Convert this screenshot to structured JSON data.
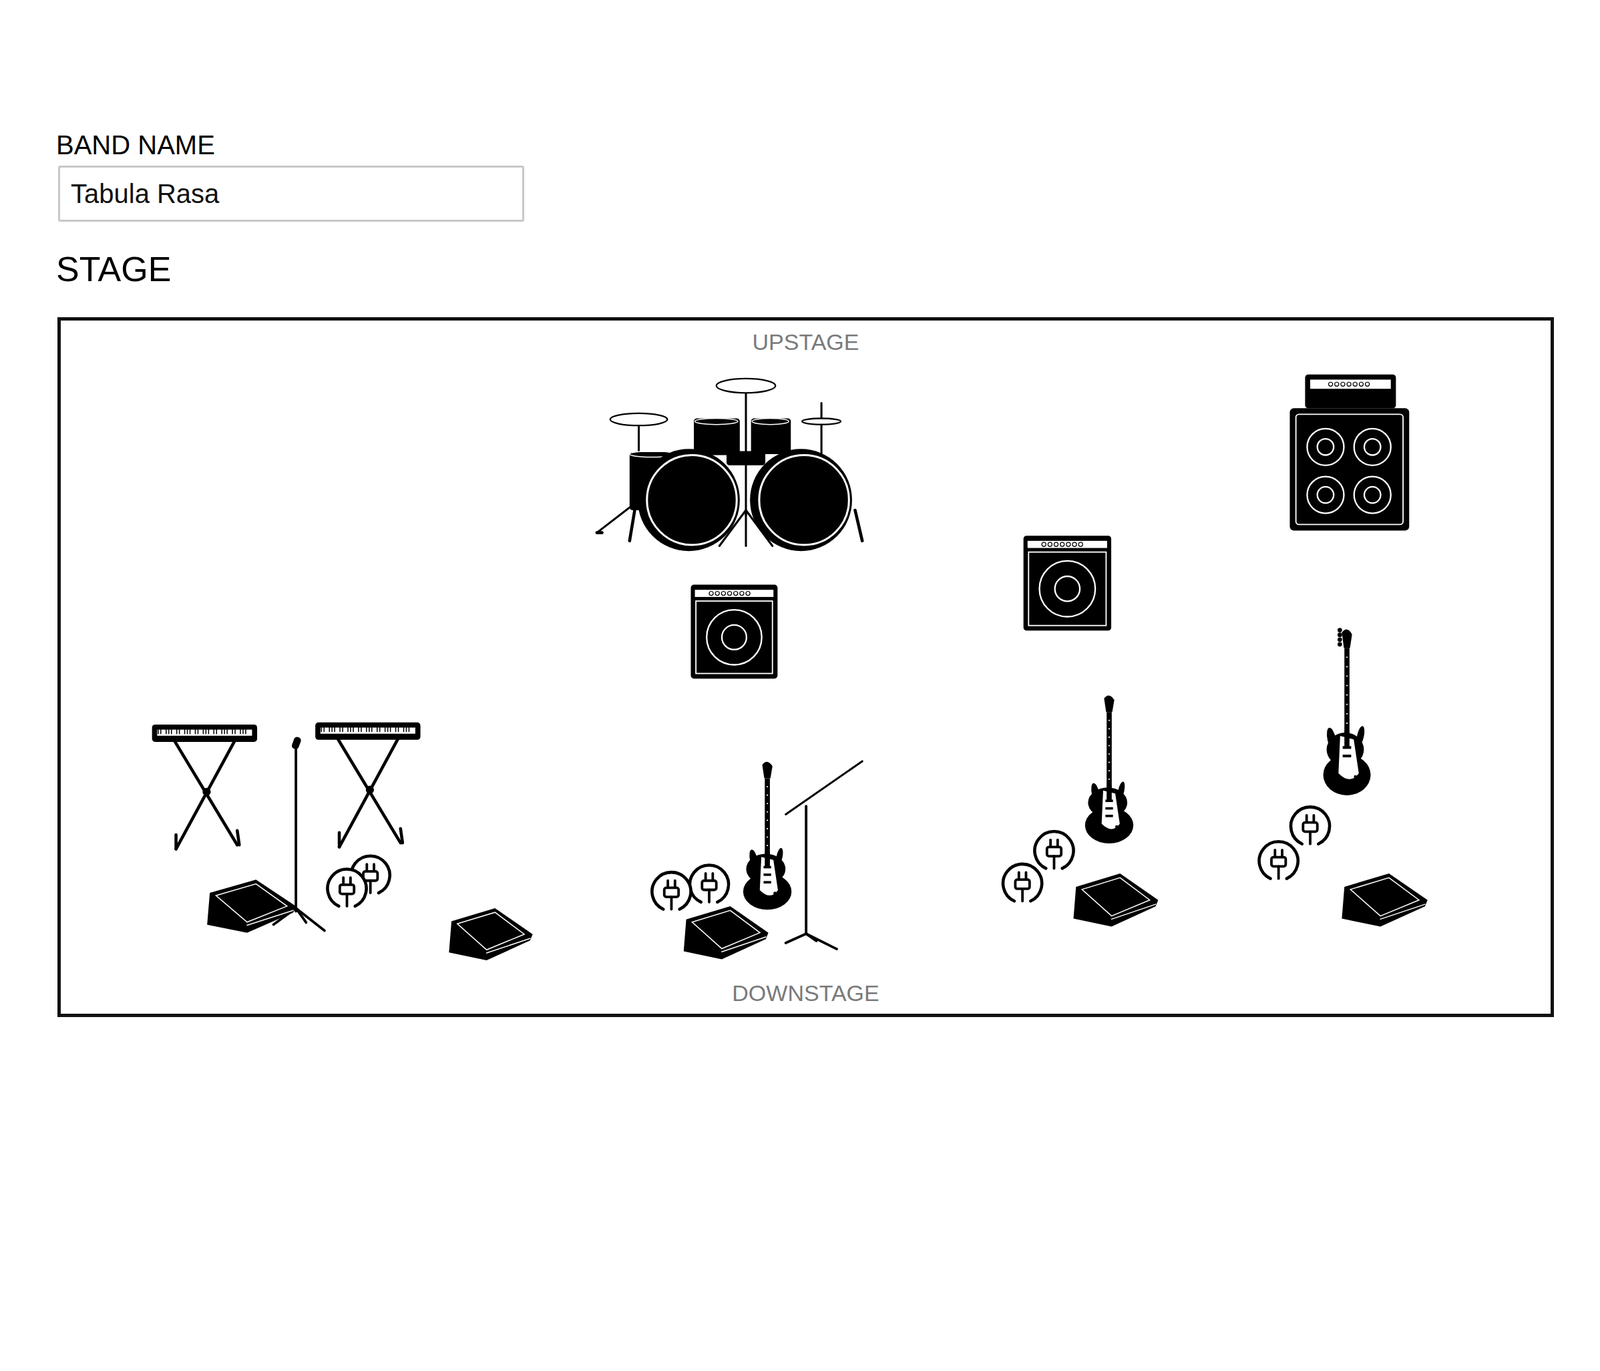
{
  "diagram": {
    "nodes": [
      {
        "text": [
          "BAND NAME",
          "Tabula Rasa"
        ]
      },
      {
        "text": [
          "STAGE",
          "UPSTAGE",
          "DOWNSTAGE"
        ]
      }
    ]
  }
}
